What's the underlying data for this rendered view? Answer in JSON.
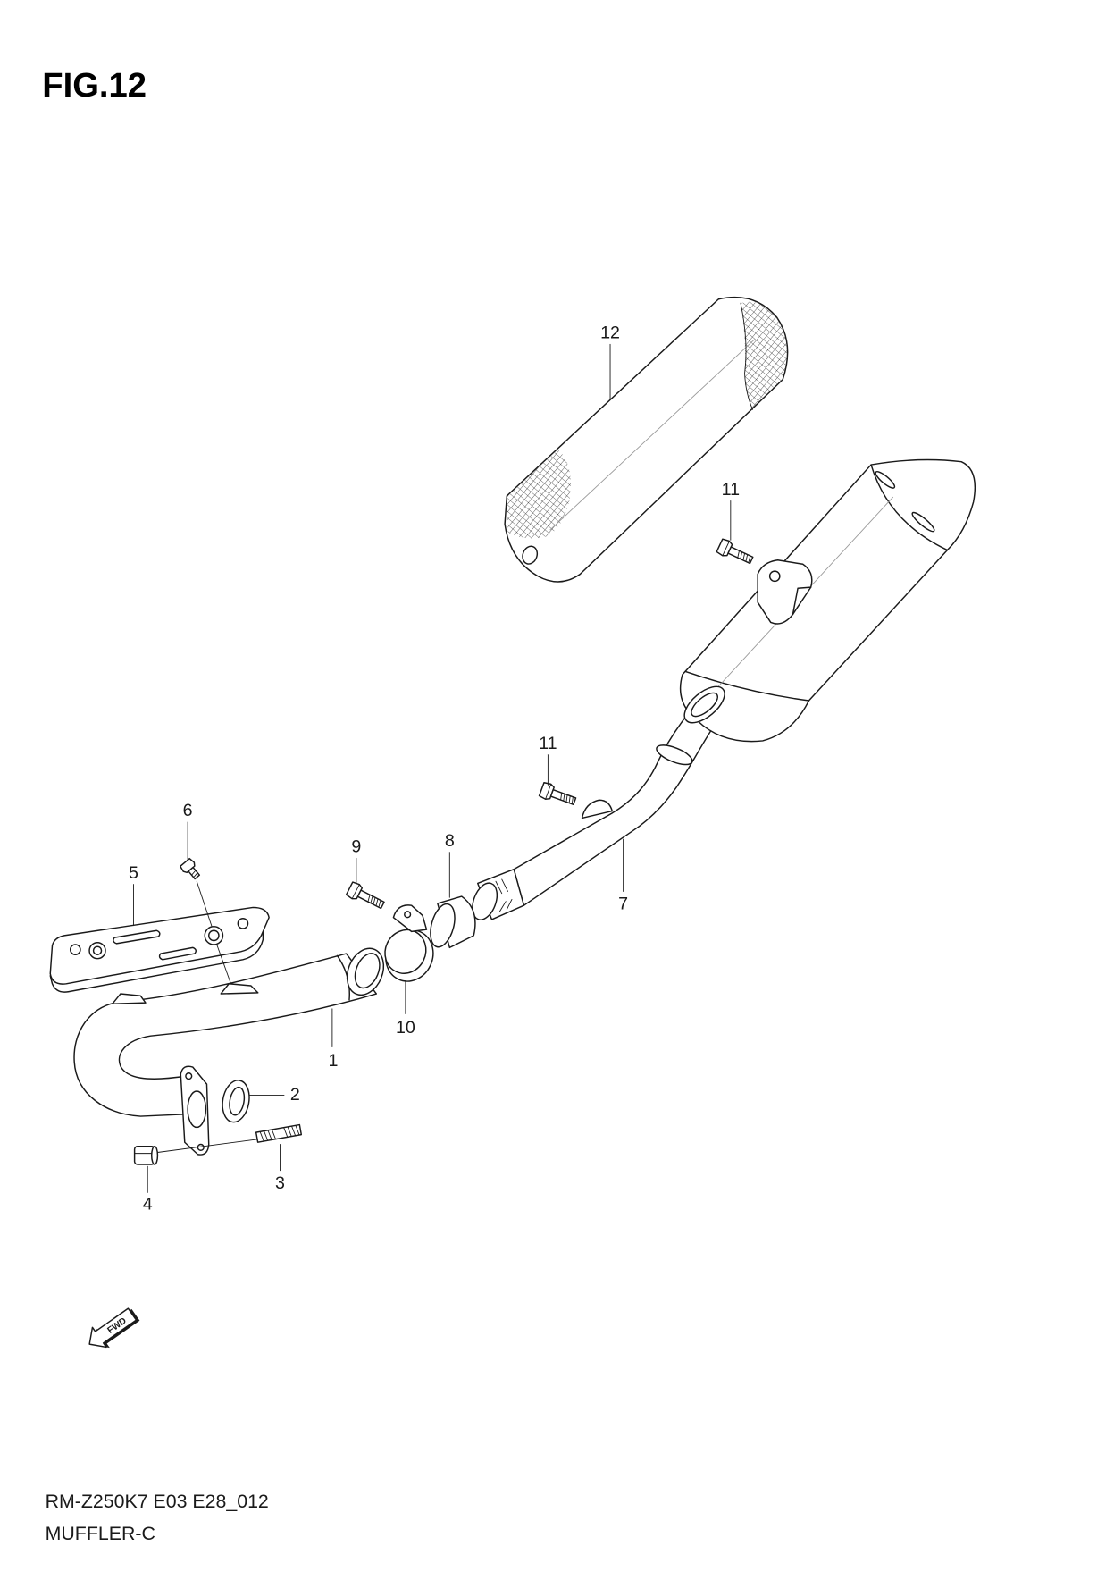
{
  "figure": {
    "title": "FIG.12"
  },
  "callouts": {
    "p1": "1",
    "p2": "2",
    "p3": "3",
    "p4": "4",
    "p5": "5",
    "p6": "6",
    "p7": "7",
    "p8": "8",
    "p9": "9",
    "p10": "10",
    "p11_upper": "11",
    "p11_lower": "11",
    "p12": "12"
  },
  "direction_indicator": {
    "label": "FWD",
    "icon": "forward-arrow-icon"
  },
  "footer": {
    "diagram_code": "RM-Z250K7 E03 E28_012",
    "title": "MUFFLER-C"
  },
  "colors": {
    "line": "#1a1a1a",
    "background": "#ffffff",
    "mesh": "#333333"
  }
}
